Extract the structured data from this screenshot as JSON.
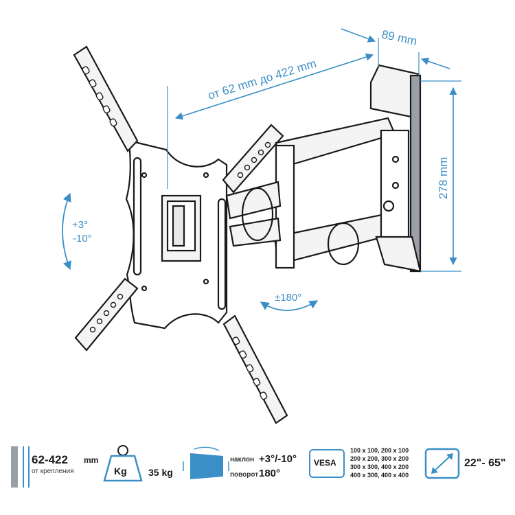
{
  "dimensions": {
    "depth": "89 mm",
    "extension": "от 62 mm до 422 mm",
    "height": "278 mm",
    "tilt_up": "+3°",
    "tilt_down": "-10°",
    "swivel": "±180°"
  },
  "specs": {
    "distance": {
      "value": "62-422",
      "unit": "mm",
      "caption": "от крепления"
    },
    "weight": {
      "icon_label": "Kg",
      "value": "35 kg"
    },
    "motion": {
      "tilt_label": "наклон",
      "tilt_value": "+3°/-10°",
      "swivel_label": "поворот",
      "swivel_value": "180°"
    },
    "vesa": {
      "badge": "VESA",
      "lines": [
        "100 x 100, 200 x 100",
        "200 x 200, 300 x 200",
        "300 x 300, 400 x 200",
        "400 x 300, 400 x 400"
      ]
    },
    "screen": {
      "value": "22\"- 65\""
    }
  },
  "colors": {
    "accent": "#3a8fc6",
    "line": "#1a1a1a",
    "fill": "#f4f4f4",
    "wall": "#9aa0a6"
  }
}
